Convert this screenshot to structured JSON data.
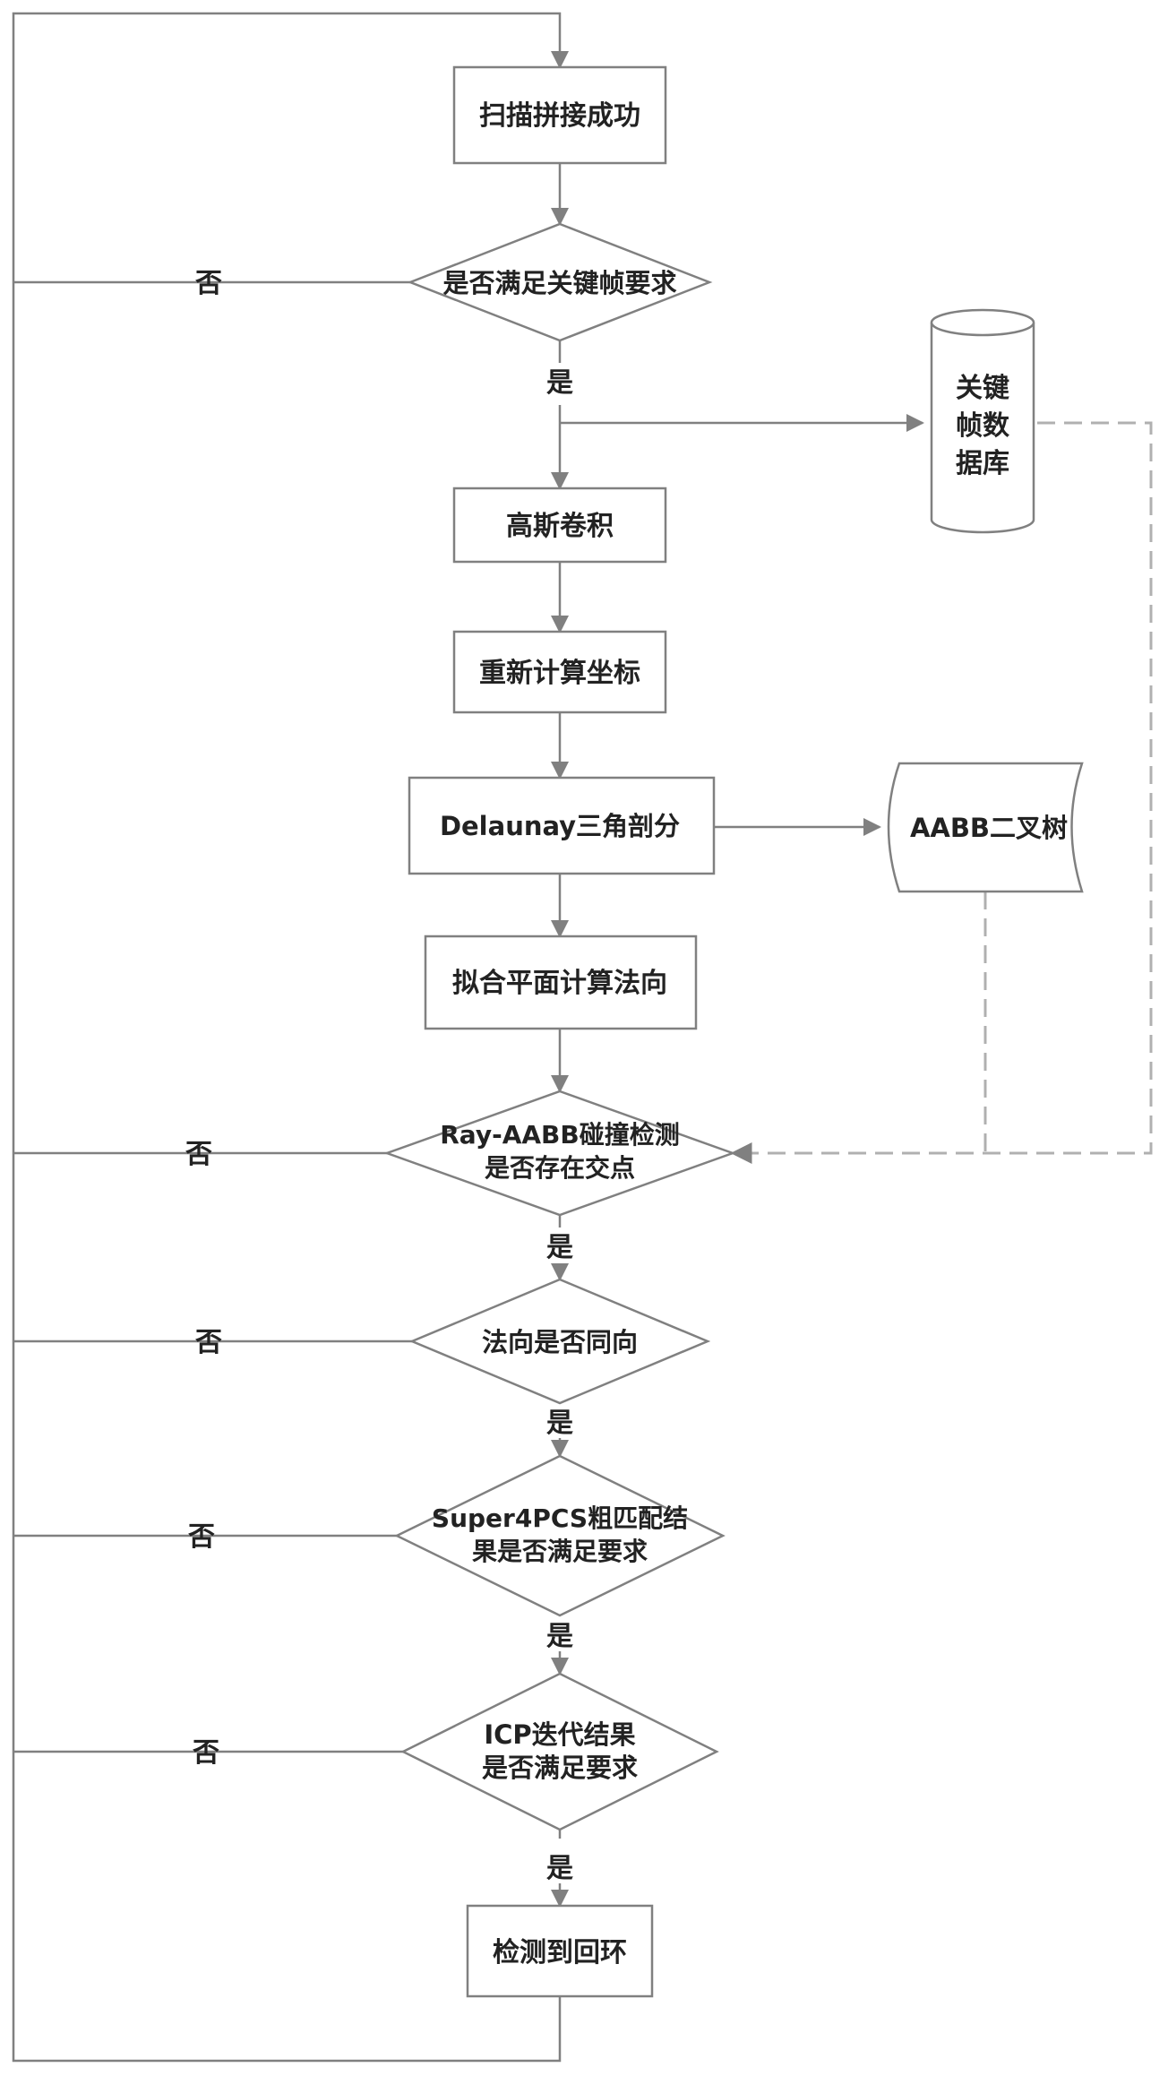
{
  "diagram": {
    "colors": {
      "stroke": "#808080",
      "text": "#222222",
      "dashed": "#b0b0b0"
    },
    "nodes": {
      "scan_success": "扫描拼接成功",
      "keyframe_check": "是否满足关键帧要求",
      "keyframe_db": [
        "关键",
        "帧数",
        "据库"
      ],
      "gaussian": "高斯卷积",
      "recompute": "重新计算坐标",
      "delaunay": "Delaunay三角剖分",
      "aabb_tree": "AABB二叉树",
      "fit_plane": "拟合平面计算法向",
      "ray_check": [
        "Ray-AABB碰撞检测",
        "是否存在交点"
      ],
      "normal_check": "法向是否同向",
      "super4pcs_check": [
        "Super4PCS粗匹配结",
        "果是否满足要求"
      ],
      "icp_check": [
        "ICP迭代结果",
        "是否满足要求"
      ],
      "loop_detected": "检测到回环"
    },
    "edge_labels": {
      "yes": "是",
      "no": "否"
    }
  }
}
